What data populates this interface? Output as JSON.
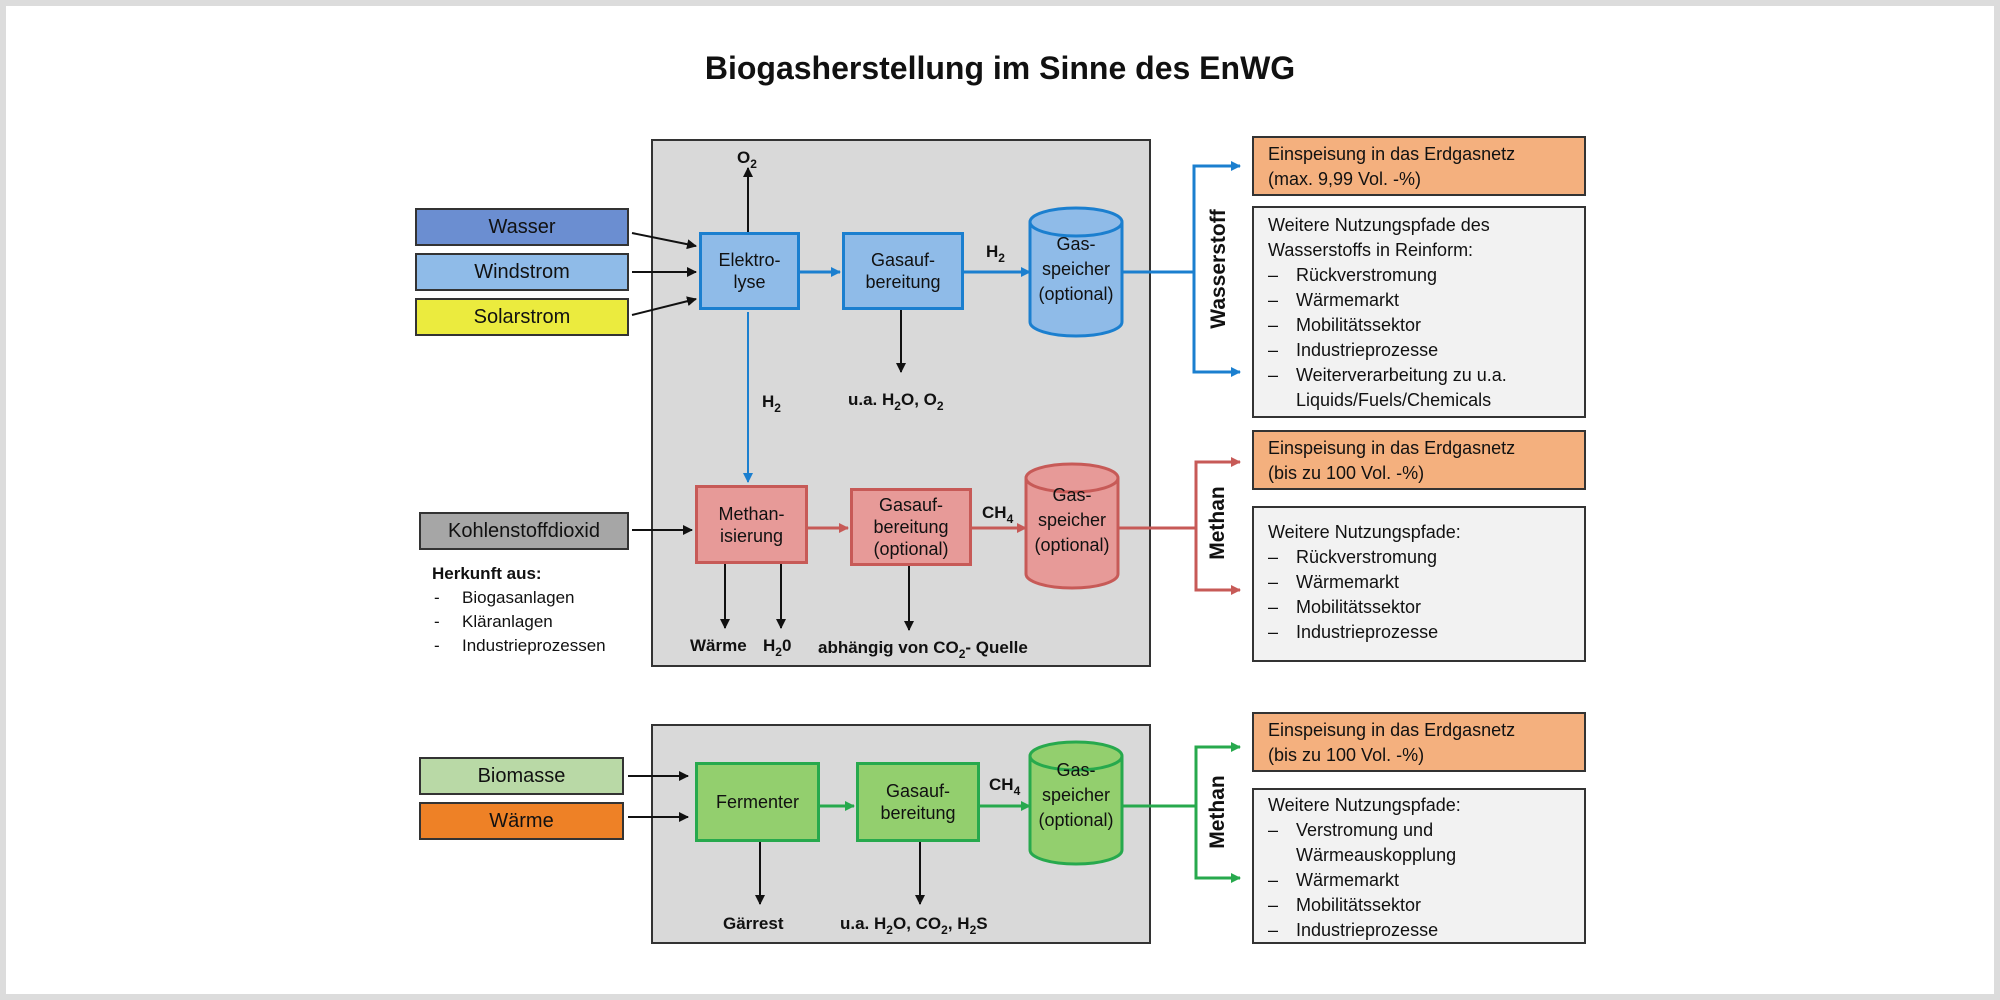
{
  "title": "Biogasherstellung im Sinne des EnWG",
  "colors": {
    "blue": "#1b7fcf",
    "red": "#c75a57",
    "green": "#27a94d",
    "panel": "#d9d9d9"
  },
  "inputs": {
    "wasser": "Wasser",
    "windstrom": "Windstrom",
    "solarstrom": "Solarstrom",
    "kohlenstoffdioxid": "Kohlenstoffdioxid",
    "biomasse": "Biomasse",
    "waerme": "Wärme"
  },
  "herkunft": {
    "heading": "Herkunft aus:",
    "items": [
      "Biogasanlagen",
      "Kläranlagen",
      "Industrieprozessen"
    ]
  },
  "wasserstoff_path": {
    "elektrolyse": [
      "Elektro-",
      "lyse"
    ],
    "gasaufbereitung": [
      "Gasauf-",
      "bereitung"
    ],
    "speicher": [
      "Gas-",
      "speicher",
      "(optional)"
    ],
    "o2_top": "O",
    "o2_sub": "2",
    "h2_label": "H",
    "h2_sub": "2",
    "h2_down": "H",
    "h2_down_sub": "2",
    "byproducts": {
      "p1": "u.a. H",
      "s1": "2",
      "p2": "O, O",
      "s2": "2"
    },
    "side_label": "Wasserstoff",
    "out_feed": [
      "Einspeisung in das Erdgasnetz",
      "(max. 9,99 Vol. -%)"
    ],
    "out_other_head": [
      "Weitere Nutzungspfade des",
      "Wasserstoffs in Reinform:"
    ],
    "out_other_items": [
      "Rückverstromung",
      "Wärmemarkt",
      "Mobilitätssektor",
      "Industrieprozesse",
      "Weiterverarbeitung zu u.a. Liquids/Fuels/Chemicals"
    ]
  },
  "methan_path": {
    "methanisierung": [
      "Methan-",
      "isierung"
    ],
    "gasaufbereitung": [
      "Gasauf-",
      "bereitung",
      "(optional)"
    ],
    "speicher": [
      "Gas-",
      "speicher",
      "(optional)"
    ],
    "ch4_label": "CH",
    "ch4_sub": "4",
    "waerme": "Wärme",
    "h2o": "H",
    "h2o_sub": "2",
    "h2o_end": "0",
    "quelle": {
      "p1": "abhängig von CO",
      "s1": "2",
      "p2": "- Quelle"
    },
    "side_label": "Methan",
    "out_feed": [
      "Einspeisung in das Erdgasnetz",
      "(bis zu 100 Vol. -%)"
    ],
    "out_other_head": [
      "Weitere Nutzungspfade:"
    ],
    "out_other_items": [
      "Rückverstromung",
      "Wärmemarkt",
      "Mobilitätssektor",
      "Industrieprozesse"
    ]
  },
  "biomasse_path": {
    "fermenter": "Fermenter",
    "gasaufbereitung": [
      "Gasauf-",
      "bereitung"
    ],
    "speicher": [
      "Gas-",
      "speicher",
      "(optional)"
    ],
    "ch4_label": "CH",
    "ch4_sub": "4",
    "gaerrest": "Gärrest",
    "byproducts": {
      "p1": "u.a. H",
      "s1": "2",
      "p2": "O, CO",
      "s2": "2",
      "p3": ", H",
      "s3": "2",
      "p4": "S"
    },
    "side_label": "Methan",
    "out_feed": [
      "Einspeisung in das Erdgasnetz",
      "(bis zu 100 Vol. -%)"
    ],
    "out_other_head": [
      "Weitere Nutzungspfade:"
    ],
    "out_other_items": [
      "Verstromung und Wärmeauskopplung",
      "Wärmemarkt",
      "Mobilitätssektor",
      "Industrieprozesse"
    ]
  }
}
